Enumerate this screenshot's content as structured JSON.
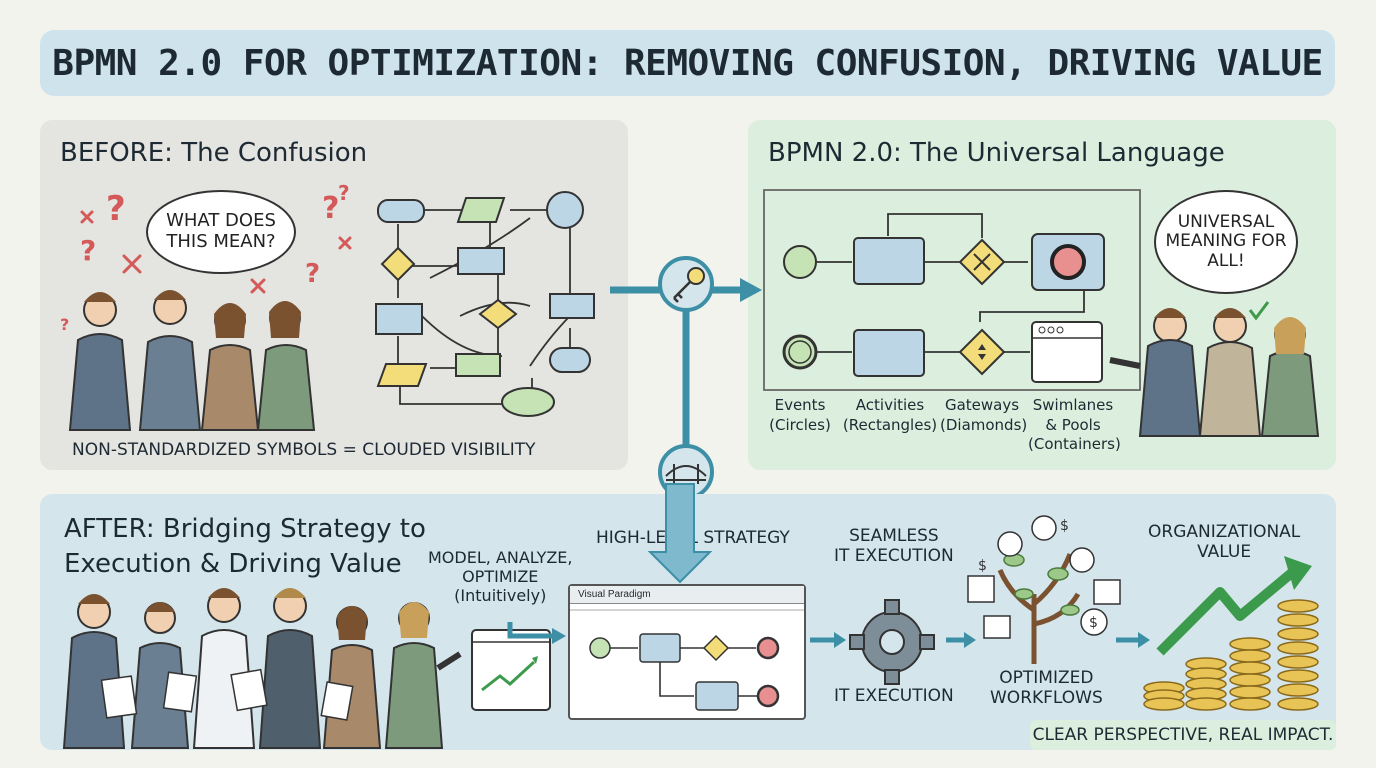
{
  "title": "BPMN 2.0 FOR OPTIMIZATION: REMOVING CONFUSION, DRIVING VALUE",
  "before": {
    "heading": "BEFORE: The Confusion",
    "bubble": "WHAT DOES THIS MEAN?",
    "caption": "NON-STANDARDIZED SYMBOLS = CLOUDED VISIBILITY"
  },
  "bpmn": {
    "heading": "BPMN 2.0: The Universal Language",
    "bubble": "UNIVERSAL MEANING FOR ALL!",
    "legend": [
      {
        "name": "Events",
        "desc": "(Circles)"
      },
      {
        "name": "Activities",
        "desc": "(Rectangles)"
      },
      {
        "name": "Gateways",
        "desc": "(Diamonds)"
      },
      {
        "name": "Swimlanes & Pools",
        "desc": "(Containers)"
      }
    ]
  },
  "after": {
    "heading_line1": "AFTER: Bridging Strategy to",
    "heading_line2": "Execution & Driving Value",
    "model_label_1": "MODEL, ANALYZE,",
    "model_label_2": "OPTIMIZE",
    "model_label_3": "(Intuitively)",
    "strategy_label": "HIGH-LEVEL STRATEGY",
    "tool_title": "Visual Paradigm",
    "seamless_label_1": "SEAMLESS",
    "seamless_label_2": "IT EXECUTION",
    "it_execution_label": "IT EXECUTION",
    "workflows_label_1": "OPTIMIZED",
    "workflows_label_2": "WORKFLOWS",
    "value_label_1": "ORGANIZATIONAL",
    "value_label_2": "VALUE",
    "footer": "CLEAR PERSPECTIVE, REAL IMPACT."
  },
  "colors": {
    "event": "#c5e3b5",
    "activity": "#bcd6e6",
    "gateway": "#f3dc7a",
    "end": "#e89090",
    "arrow": "#3d8fa6"
  },
  "icons": [
    "question-mark-icon",
    "x-mark-icon",
    "key-icon",
    "bridge-icon",
    "gear-icon",
    "money-tree-icon",
    "growth-arrow-icon",
    "coin-stack-icon",
    "checkmark-icon"
  ]
}
